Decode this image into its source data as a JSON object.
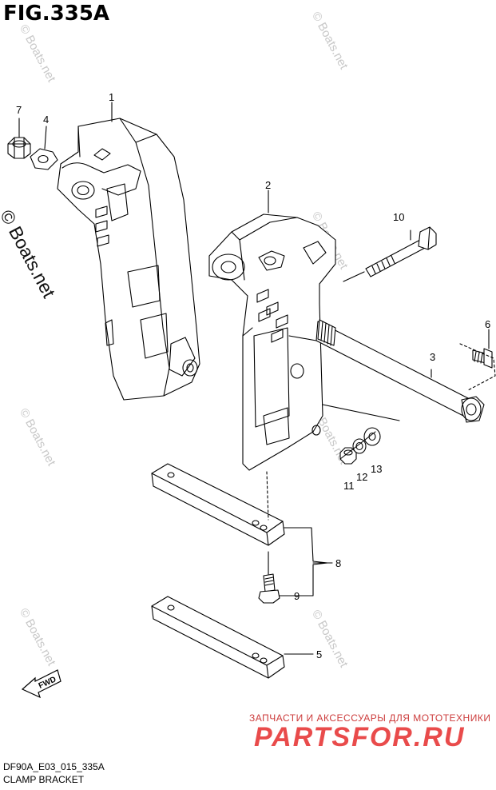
{
  "figure": {
    "title": "FIG.335A"
  },
  "callouts": [
    {
      "id": "1",
      "label": "1"
    },
    {
      "id": "2",
      "label": "2"
    },
    {
      "id": "3",
      "label": "3"
    },
    {
      "id": "4",
      "label": "4"
    },
    {
      "id": "5",
      "label": "5"
    },
    {
      "id": "6",
      "label": "6"
    },
    {
      "id": "7",
      "label": "7"
    },
    {
      "id": "8",
      "label": "8"
    },
    {
      "id": "9",
      "label": "9"
    },
    {
      "id": "10",
      "label": "10"
    },
    {
      "id": "11",
      "label": "11"
    },
    {
      "id": "12",
      "label": "12"
    },
    {
      "id": "13",
      "label": "13"
    }
  ],
  "watermark": {
    "text": "© Boats.net",
    "color": "#c8c8c8"
  },
  "direction_arrow": {
    "label": "FWD"
  },
  "footer": {
    "code": "DF90A_E03_015_335A",
    "caption": "CLAMP BRACKET"
  },
  "promo": {
    "tagline": "ЗАПЧАСТИ И АКСЕССУАРЫ ДЛЯ МОТОТЕХНИКИ",
    "brand": "PARTSFOR.RU",
    "color": "#e94b4b"
  }
}
